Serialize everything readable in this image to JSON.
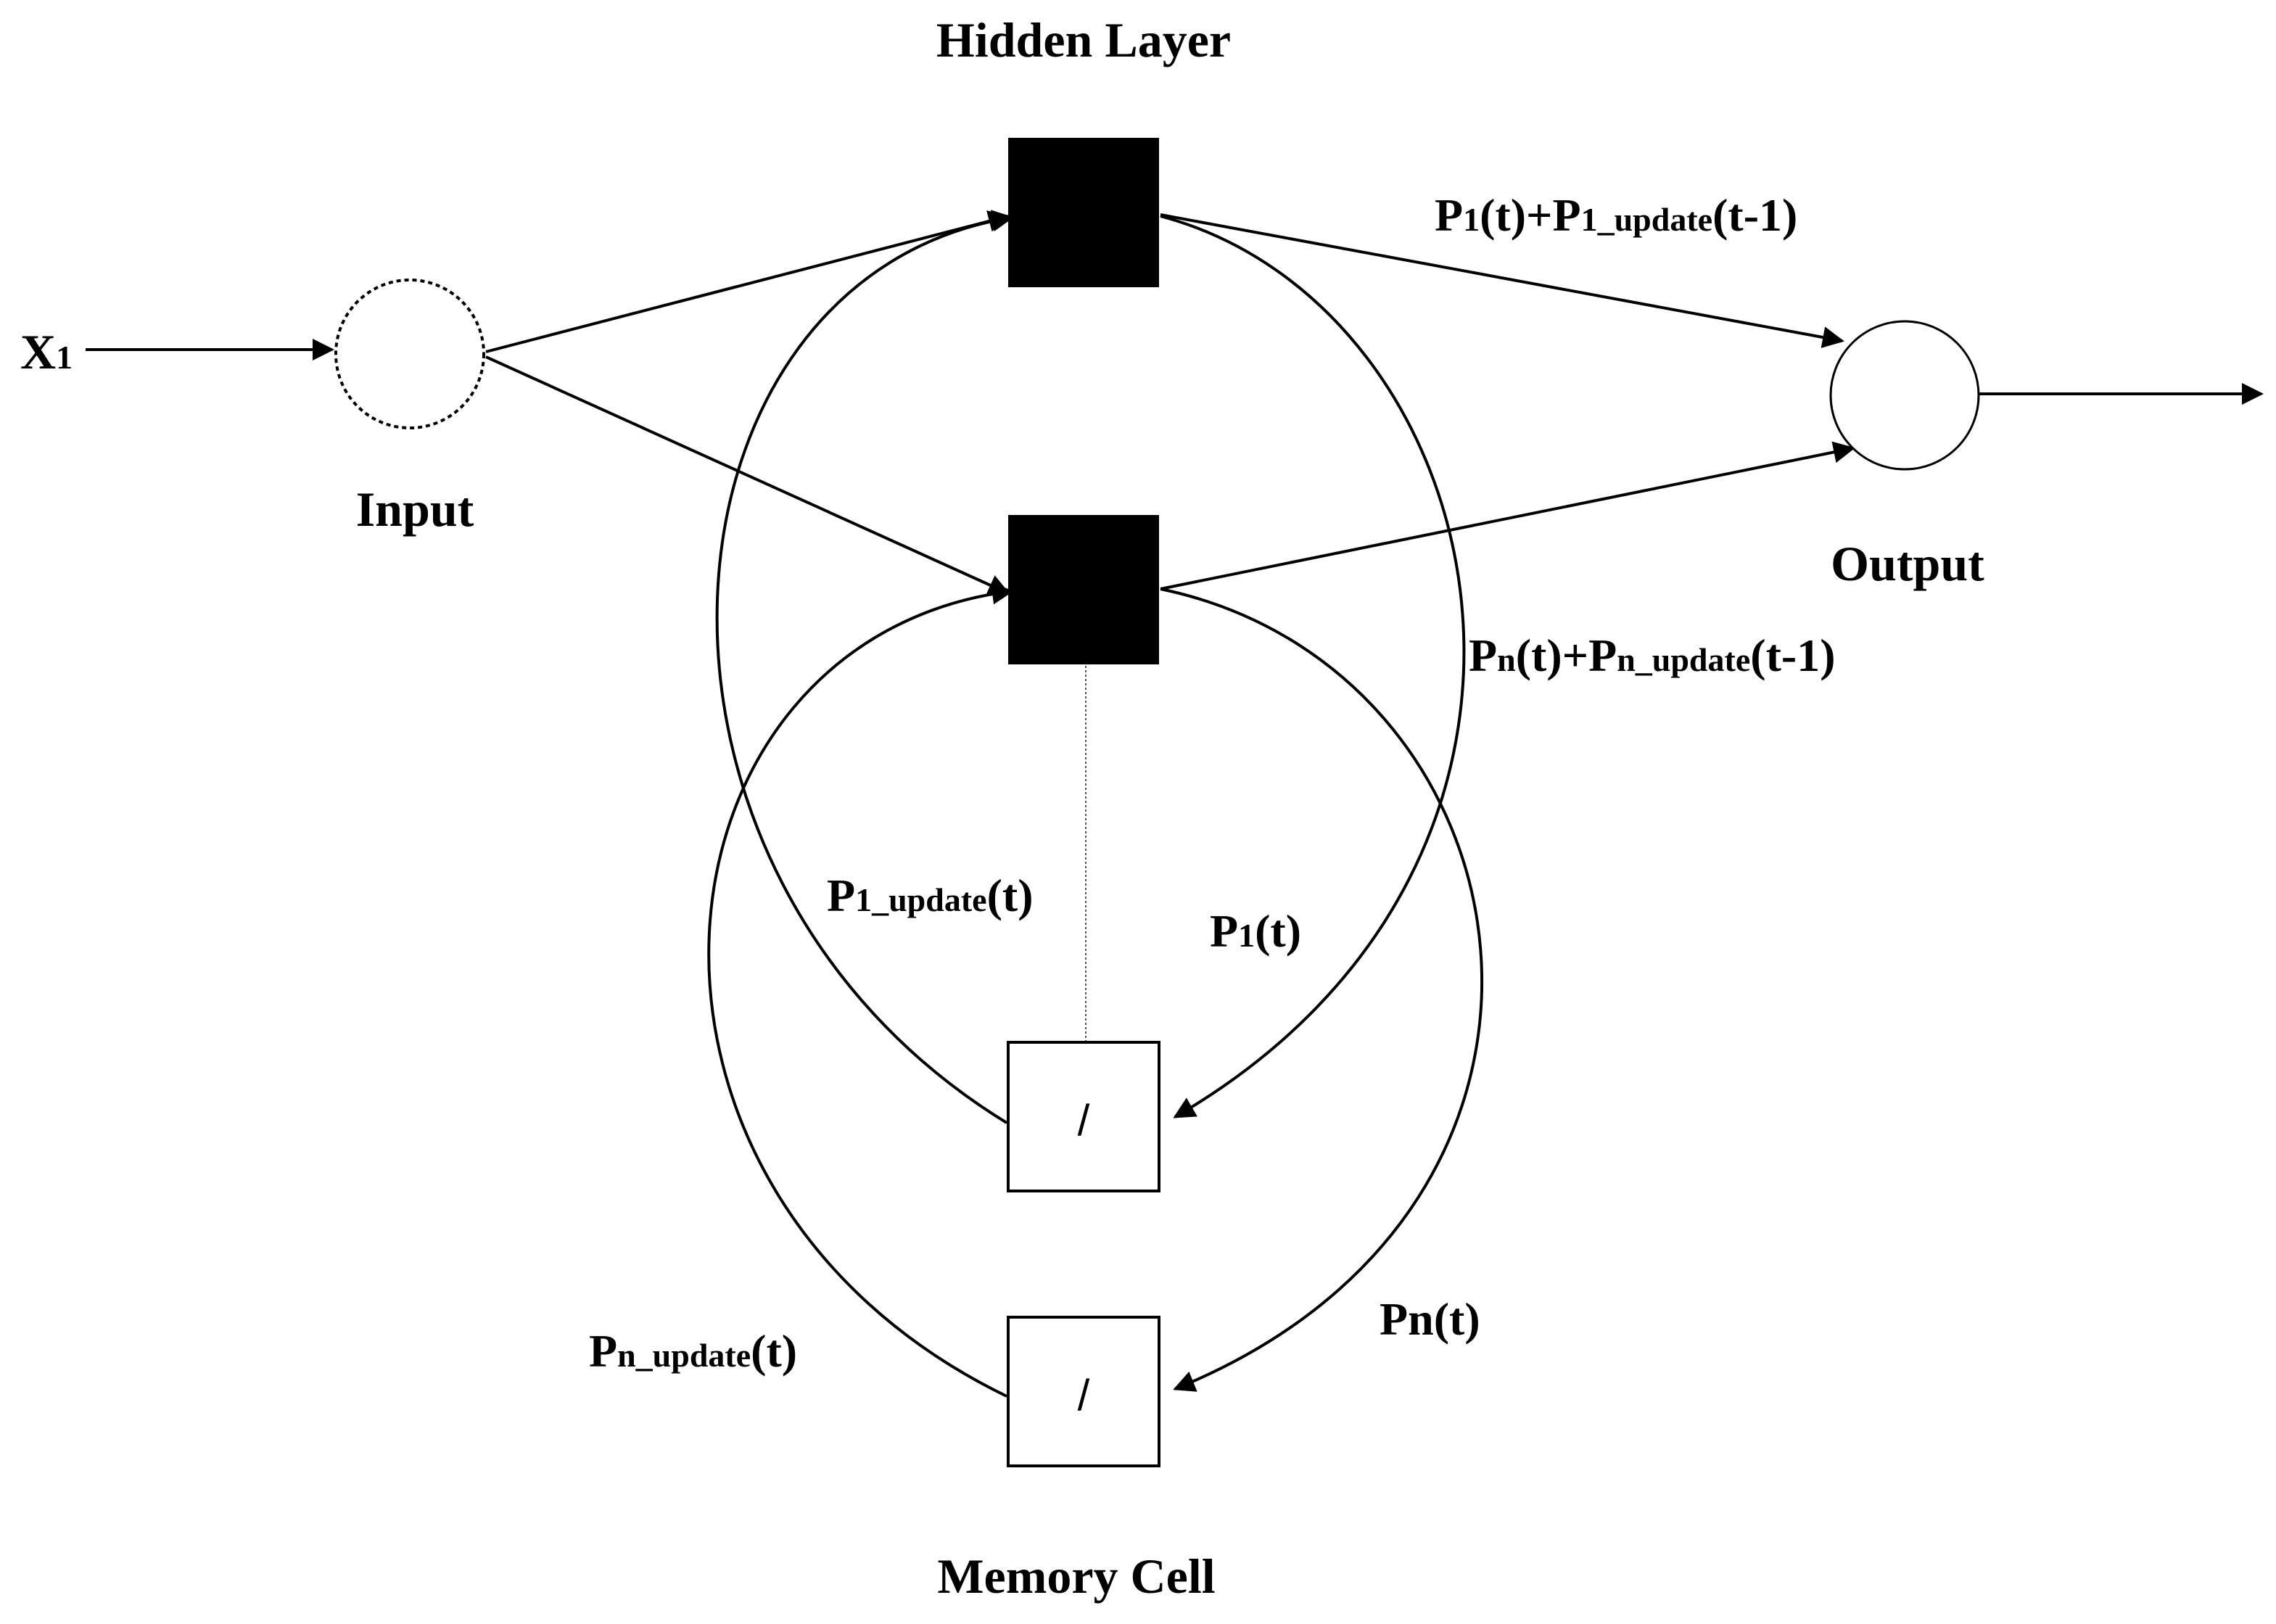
{
  "labels": {
    "hidden_layer": "Hidden Layer",
    "input": "Input",
    "output": "Output",
    "memory_cell": "Memory Cell",
    "x_main": "X",
    "x_sub": "1"
  },
  "edge_labels": {
    "p1_sum": {
      "a": "P",
      "a_sub": "1",
      "b": "(t)+P",
      "b_sub": "1_update",
      "c": "(t-1)"
    },
    "pn_sum": {
      "a": "P",
      "a_sub": "n",
      "b": "(t)+P",
      "b_sub": "n_update",
      "c": "(t-1)"
    },
    "p1_update": {
      "a": "P",
      "a_sub": "1_update",
      "b": "(t)"
    },
    "p1": {
      "a": "P",
      "a_sub": "1",
      "b": "(t)"
    },
    "pn_update": {
      "a": "P",
      "a_sub": "n_update",
      "b": "(t)"
    },
    "pn": {
      "a": "Pn(t)"
    }
  },
  "memory_cells": [
    {
      "symbol": "/"
    },
    {
      "symbol": "/"
    }
  ]
}
